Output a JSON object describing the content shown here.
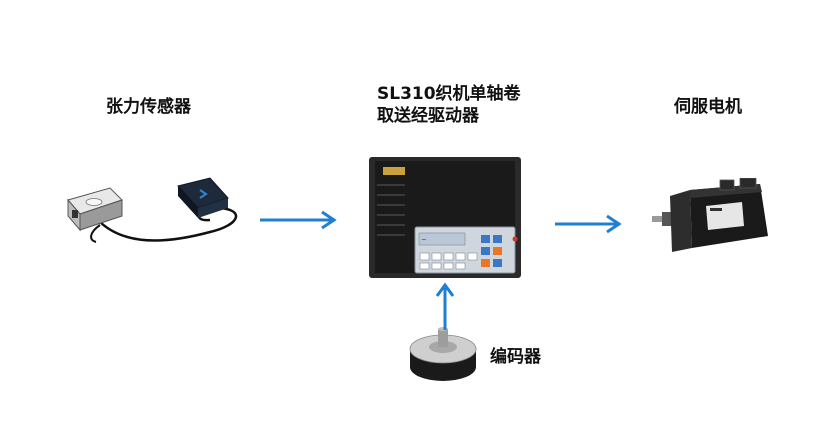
{
  "labels": {
    "tension_sensor": "张力传感器",
    "driver_line1": "SL310织机单轴卷",
    "driver_line2": "取送经驱动器",
    "servo_motor": "伺服电机",
    "encoder": "编码器"
  },
  "colors": {
    "arrow": "#1f7fd0",
    "device_body": "#1c1c1c",
    "panel": "#cfd6de"
  }
}
